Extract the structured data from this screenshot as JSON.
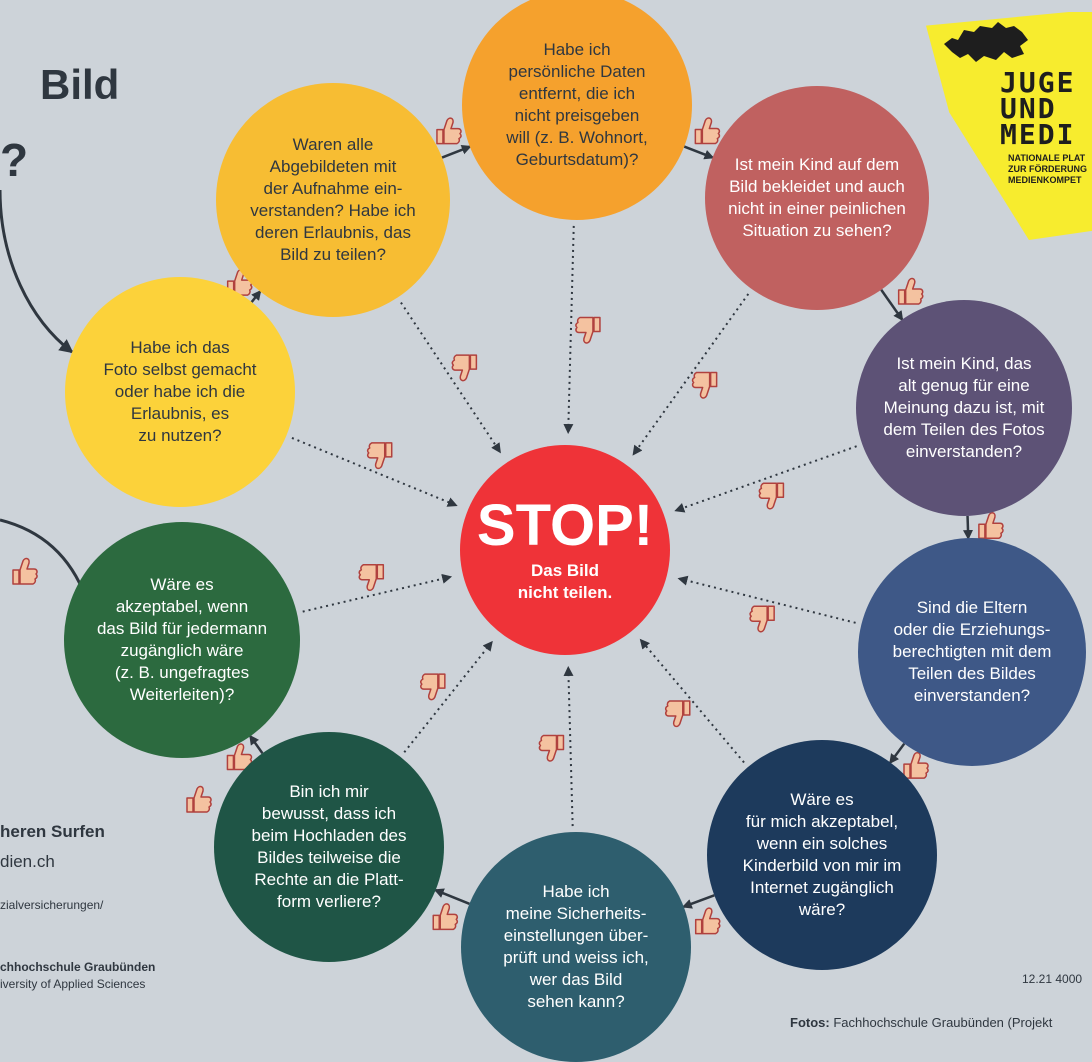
{
  "header": {
    "title_line1": "Bild",
    "title_line2": "?"
  },
  "logo": {
    "line1": "JUGE",
    "line2": "UND",
    "line3": "MEDI",
    "small1": "NATIONALE PLAT",
    "small2": "ZUR FÖRDERUNG",
    "small3": "MEDIENKOMPET"
  },
  "stop": {
    "title": "STOP!",
    "line1": "Das Bild",
    "line2": "nicht teilen."
  },
  "questions": [
    {
      "lines": [
        "Habe ich das",
        "Foto selbst gemacht",
        "oder habe ich die",
        "Erlaubnis, es",
        "zu nutzen?"
      ]
    },
    {
      "lines": [
        "Waren alle",
        "Abgebildeten mit",
        "der Aufnahme ein-",
        "verstanden? Habe ich",
        "deren Erlaubnis, das",
        "Bild zu teilen?"
      ]
    },
    {
      "lines": [
        "Habe ich",
        "persönliche Daten",
        "entfernt, die ich",
        "nicht preisgeben",
        "will (z. B. Wohnort,",
        "Geburtsdatum)?"
      ]
    },
    {
      "lines": [
        "Ist mein Kind auf dem",
        "Bild bekleidet und auch",
        "nicht in einer peinlichen",
        "Situation zu sehen?"
      ]
    },
    {
      "lines": [
        "Ist mein Kind, das",
        "alt genug für eine",
        "Meinung dazu ist, mit",
        "dem Teilen des Fotos",
        "einverstanden?"
      ]
    },
    {
      "lines": [
        "Sind die Eltern",
        "oder die Erziehungs-",
        "berechtigten mit dem",
        "Teilen des Bildes",
        "einverstanden?"
      ]
    },
    {
      "lines": [
        "Wäre es",
        "für mich akzeptabel,",
        "wenn ein solches",
        "Kinderbild von mir im",
        "Internet zugänglich",
        "wäre?"
      ]
    },
    {
      "lines": [
        "Habe ich",
        "meine Sicherheits-",
        "einstellungen über-",
        "prüft und weiss ich,",
        "wer das Bild",
        "sehen kann?"
      ]
    },
    {
      "lines": [
        "Bin ich mir",
        "bewusst, dass ich",
        "beim Hochladen des",
        "Bildes teilweise die",
        "Rechte an die Platt-",
        "form verliere?"
      ]
    },
    {
      "lines": [
        "Wäre es",
        "akzeptabel, wenn",
        "das Bild für jedermann",
        "zugänglich wäre",
        "(z. B. ungefragtes",
        "Weiterleiten)?"
      ]
    }
  ],
  "colors": {
    "background": "#cdd3d9",
    "stop": "#ef3338",
    "arrow": "#2f3740",
    "thumb": "#f4c2a0",
    "circles": [
      "#fcd23a",
      "#f7bd33",
      "#f5a12d",
      "#c06160",
      "#5d5276",
      "#3e5887",
      "#1d3a5c",
      "#2e5e6e",
      "#1f5546",
      "#2c6a3f"
    ]
  },
  "icons": {
    "thumb_up": "thumbs-up-icon",
    "thumb_down": "thumbs-down-icon"
  },
  "left_footer": {
    "surf": "heren Surfen",
    "domain": "dien.ch",
    "url": "zialversicherungen/",
    "school": "chhochschule Graubünden",
    "university": "iversity of Applied Sciences"
  },
  "right_footer": {
    "code": "12.21 4000",
    "photos_label": "Fotos:",
    "photos_text": "Fachhochschule Graubünden (Projekt"
  }
}
